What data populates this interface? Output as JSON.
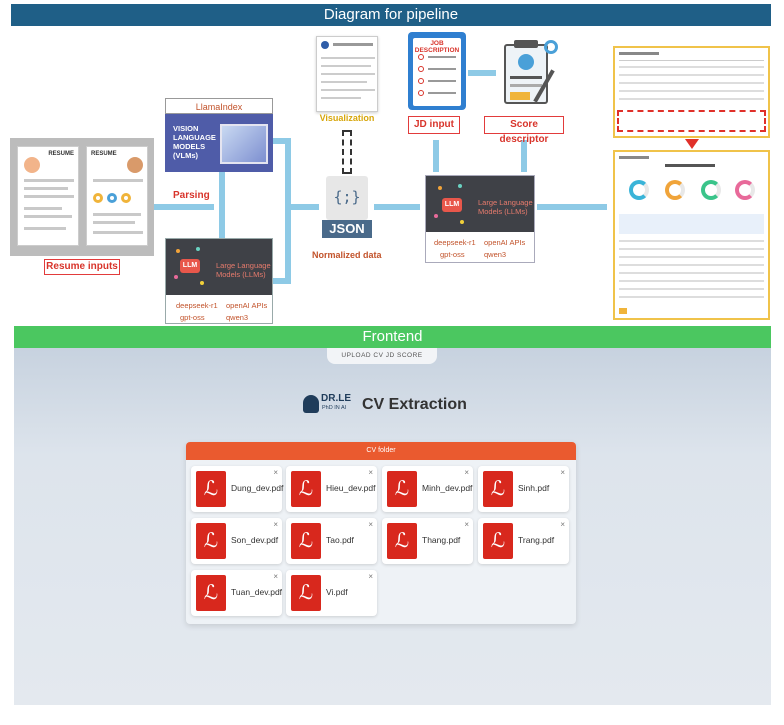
{
  "header": {
    "pipeline_title": "Diagram for pipeline",
    "frontend_title": "Frontend"
  },
  "pipeline": {
    "resume_label": "Resume inputs",
    "resume_card_text": "RESUME",
    "llamaindex": "LlamaIndex",
    "vlm_text": "VISION\nLANGUAGE\nMODELS\n(VLMs)",
    "parsing": "Parsing",
    "llm_text": "Large Language\nModels (LLMs)",
    "llm_badge": "LLM",
    "models": [
      "deepseek-r1",
      "openAI APIs",
      "gpt-oss",
      "qwen3"
    ],
    "json_label": "JSON",
    "json_braces": "{;}",
    "normalized": "Normalized data",
    "visualization": "Visualization",
    "jd_input": "JD input",
    "jd_title": "JOB DESCRIPTION",
    "score_descriptor": "Score descriptor"
  },
  "frontend": {
    "tabs": "UPLOAD CV   JD SCORE",
    "logo_text": "DR.LE",
    "logo_sub": "PhD IN AI",
    "title": "CV Extraction",
    "folder_label": "CV folder",
    "files": [
      "Dung_dev.pdf",
      "Hieu_dev.pdf",
      "Minh_dev.pdf",
      "Sinh.pdf",
      "Son_dev.pdf",
      "Tao.pdf",
      "Thang.pdf",
      "Trang.pdf",
      "Tuan_dev.pdf",
      "Vi.pdf"
    ],
    "close_glyph": "×"
  },
  "colors": {
    "header": "#1f5f87",
    "frontend": "#4bc760",
    "accent_red": "#d8342b",
    "folder_bar": "#ea5a2f",
    "arrow": "#8ecae6"
  }
}
